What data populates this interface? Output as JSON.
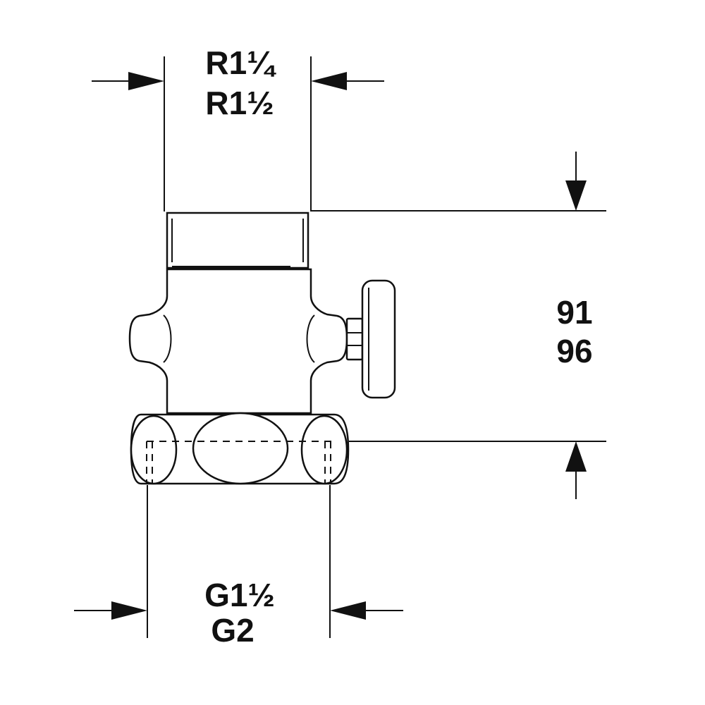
{
  "dimensions": {
    "top_thread": {
      "line1": "R1¼",
      "line2": "R1½"
    },
    "height": {
      "line1": "91",
      "line2": "96"
    },
    "bottom_thread": {
      "line1": "G1½",
      "line2": "G2"
    }
  },
  "colors": {
    "ink": "#111111",
    "paper": "#ffffff"
  }
}
